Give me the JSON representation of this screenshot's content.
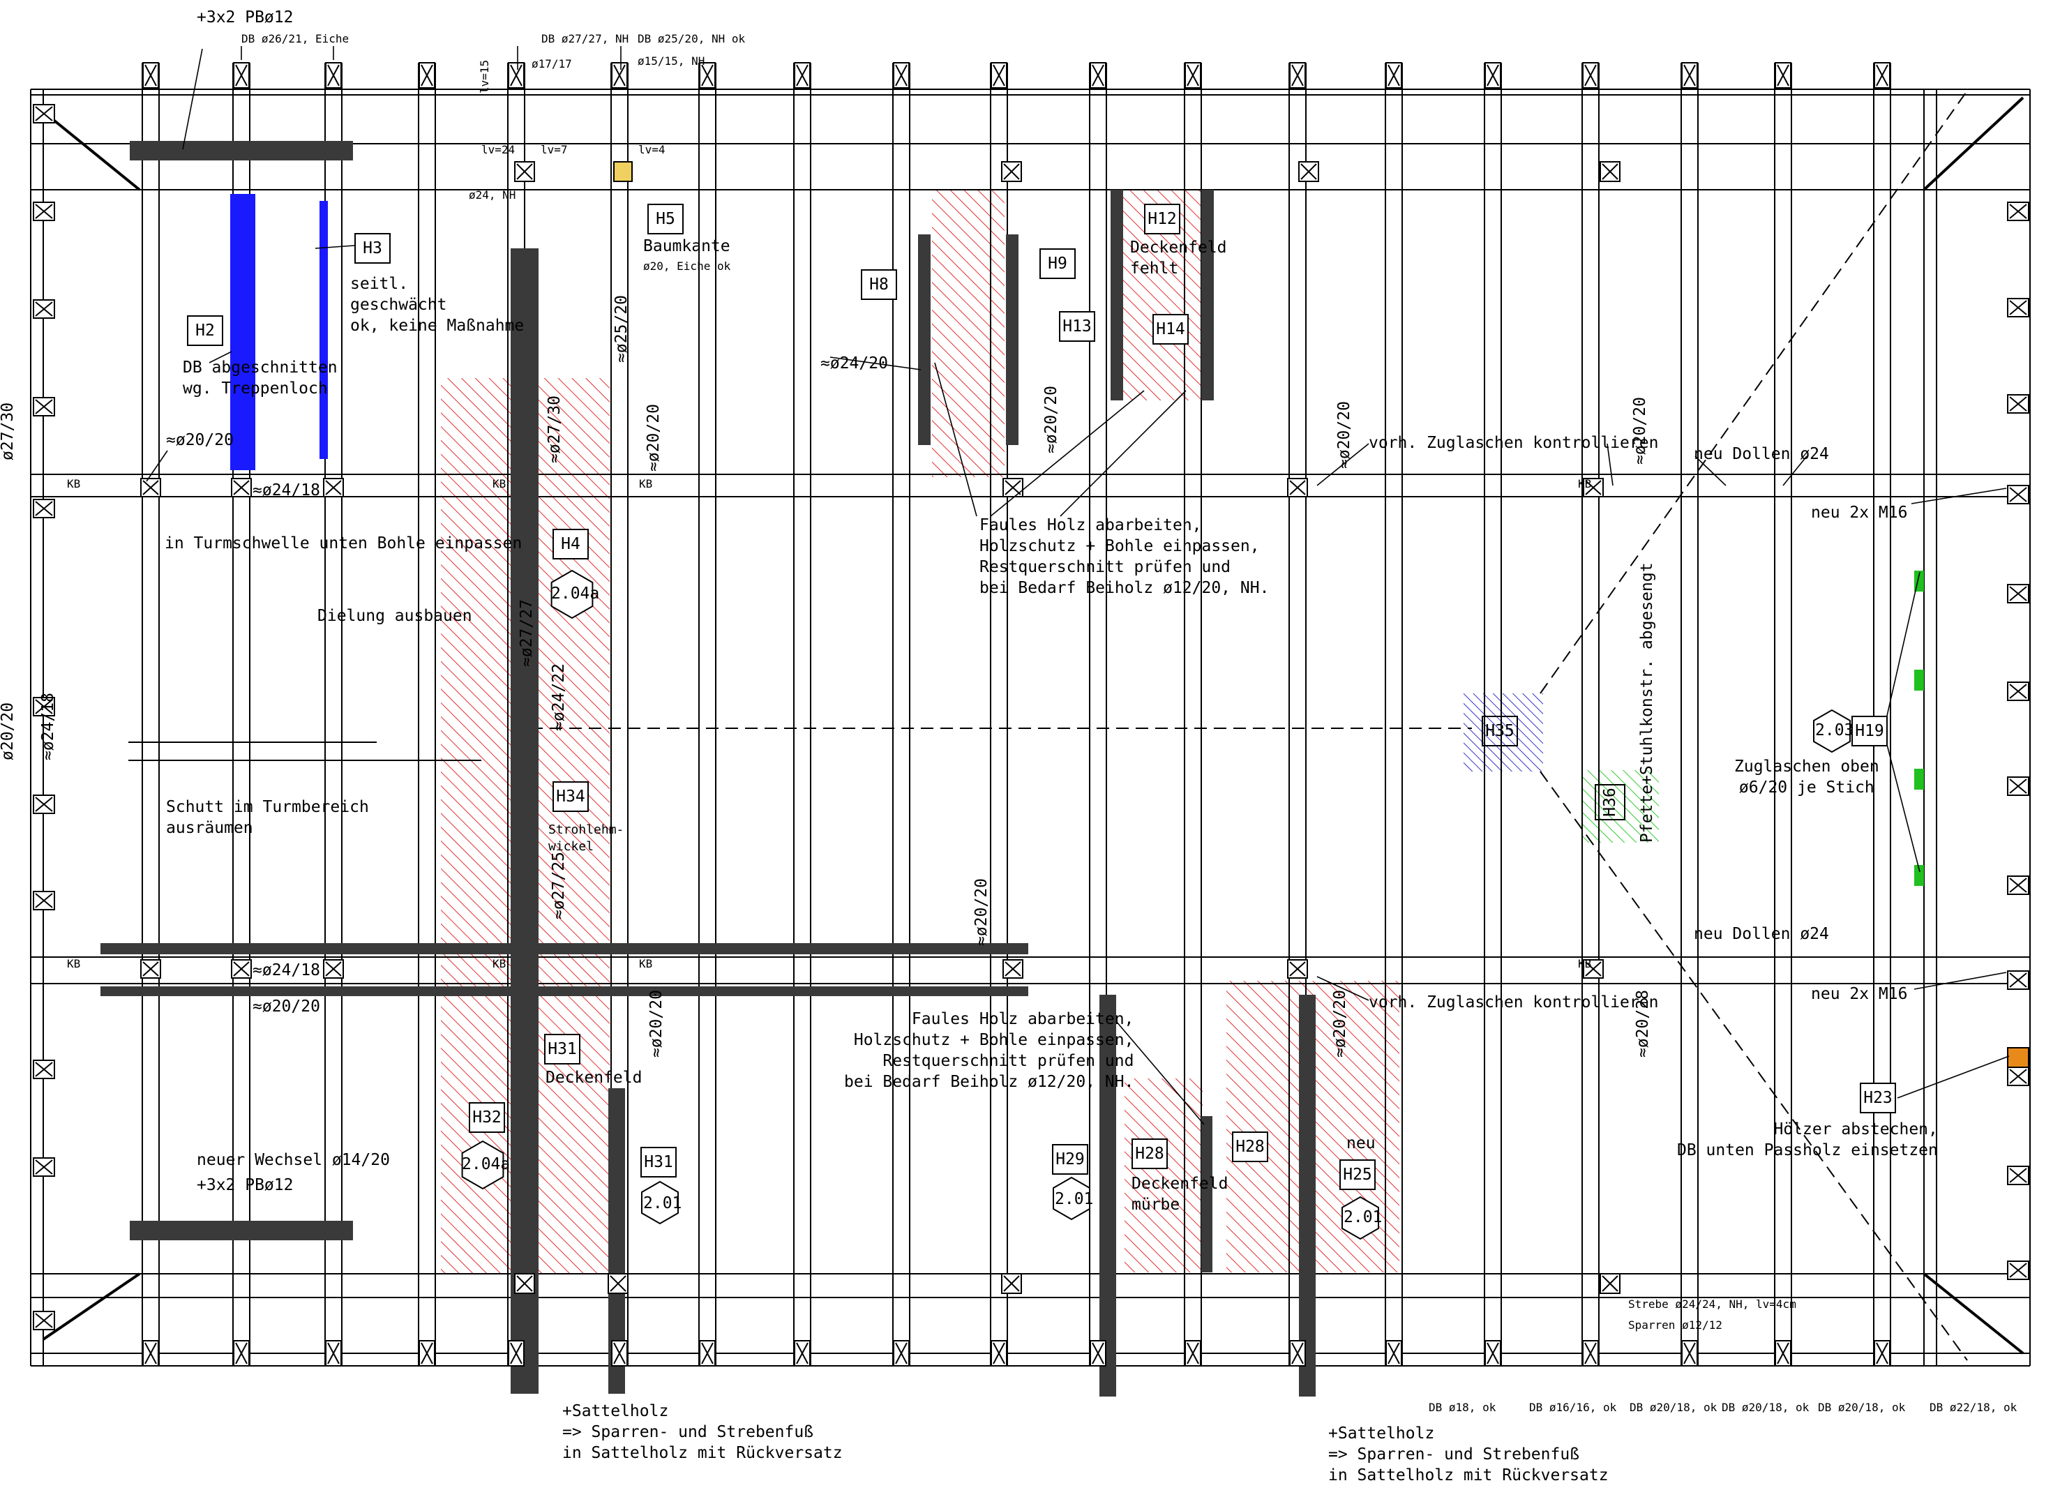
{
  "notes": {
    "top_pb": "+3x2 PBø12",
    "db_26": "DB ø26/21, Eiche",
    "db_27": "DB ø27/27, NH",
    "db_25": "DB ø25/20, NH ok",
    "d_17": "ø17/17",
    "d_15": "ø15/15, NH",
    "lv15": "lv=15",
    "lv24": "lv=24",
    "lv7": "lv=7",
    "lv4": "lv=4",
    "d24nh": "ø24, NH",
    "baumkante": "Baumkante",
    "eiche_ok": "ø20, Eiche ok",
    "seitl": "seitl.\ngeschwächt\nok, keine Maßnahme",
    "db_abg": "DB abgeschnitten\nwg. Treppenloch",
    "d2020_a": "≈ø20/20",
    "d2418_a": "≈ø24/18",
    "turmschwelle": "in Turmschwelle unten Bohle einpassen",
    "dielung": "Dielung ausbauen",
    "schutt": "Schutt im Turmbereich\nausräumen",
    "d2418_b": "≈ø24/18",
    "d2020_b": "≈ø20/20",
    "neuer_wechsel": "neuer Wechsel ø14/20",
    "bottom_pb": "+3x2 PBø12",
    "d2730": "≈ø27/30",
    "d2727": "≈ø27/27",
    "d2422": "≈ø24/22",
    "d2725": "≈ø27/25",
    "d2520": "≈ø25/20",
    "d2020_c": "≈ø20/20",
    "d2020_d": "≈ø20/20",
    "strohlehm": "Strohlehm-\nwickel",
    "deckenfeld_a": "Deckenfeld",
    "d2420": "≈ø24/20",
    "d2020_e": "≈ø20/20",
    "d2020_f": "≈ø20/20",
    "faules_1": "Faules Holz abarbeiten,\nHolzschutz + Bohle einpassen,\nRestquerschnitt prüfen und\nbei Bedarf Beiholz ø12/20, NH.",
    "deckenfeld_fehlt": "Deckenfeld\nfehlt",
    "zuglaschen_1": "vorh. Zuglaschen kontrollieren",
    "zuglaschen_2": "vorh. Zuglaschen kontrollieren",
    "d2020_g": "≈ø20/20",
    "d2020_h": "≈ø20/20",
    "d2020_i": "≈ø20/20",
    "d2028": "≈ø20/28",
    "dollen_1": "neu Dollen ø24",
    "dollen_2": "neu Dollen ø24",
    "m16_1": "neu 2x M16",
    "m16_2": "neu 2x M16",
    "pfette": "Pfette+Stuhlkonstr. abgesengt",
    "zuglaschen_oben": "Zuglaschen oben\nø6/20 je Stich",
    "faules_2": "Faules Holz abarbeiten,\nHolzschutz + Bohle einpassen,\nRestquerschnitt prüfen und\nbei Bedarf Beiholz ø12/20, NH.",
    "deckenfeld_muerbe": "Deckenfeld\nmürbe",
    "neu": "neu",
    "hoelzer": "Hölzer abstechen,\nDB unten Passholz einsetzen",
    "strebe": "Strebe ø24/24, NH, lv=4cm",
    "sparren": "Sparren ø12/12",
    "sattel_1": "+Sattelholz\n=> Sparren- und Strebenfuß\nin Sattelholz mit Rückversatz",
    "sattel_2": "+Sattelholz\n=> Sparren- und Strebenfuß\nin Sattelholz mit Rückversatz",
    "db_18": "DB ø18, ok",
    "db_16": "DB ø16/16, ok",
    "db_2018a": "DB ø20/18, ok",
    "db_2018b": "DB ø20/18, ok",
    "db_2018c": "DB ø20/18, ok",
    "db_2218": "DB ø22/18, ok",
    "kb": "KB",
    "side_2730": "ø27/30",
    "side_2020": "ø20/20",
    "side_2418": "≈ø24/18"
  },
  "tags": {
    "H2": "H2",
    "H3": "H3",
    "H4": "H4",
    "H5": "H5",
    "H8": "H8",
    "H9": "H9",
    "H12": "H12",
    "H13": "H13",
    "H14": "H14",
    "H19": "H19",
    "H23": "H23",
    "H25": "H25",
    "H28": "H28",
    "H29": "H29",
    "H31a": "H31",
    "H31b": "H31",
    "H32": "H32",
    "H34": "H34",
    "H35": "H35",
    "H36": "H36"
  },
  "hex": {
    "h204a_1": "2.04a",
    "h204a_2": "2.04a",
    "h201_1": "2.01",
    "h201_2": "2.01",
    "h201_3": "2.01",
    "h203": "2.03"
  },
  "colors": {
    "blue": "#1a1aff",
    "red_hatch": "#e03030",
    "green_hatch": "#33cc33",
    "blue_hatch": "#3333cc",
    "beam": "#3a3a3a",
    "orange": "#e88a1a",
    "tag_yellow": "#f0d060",
    "green": "#20c020"
  }
}
